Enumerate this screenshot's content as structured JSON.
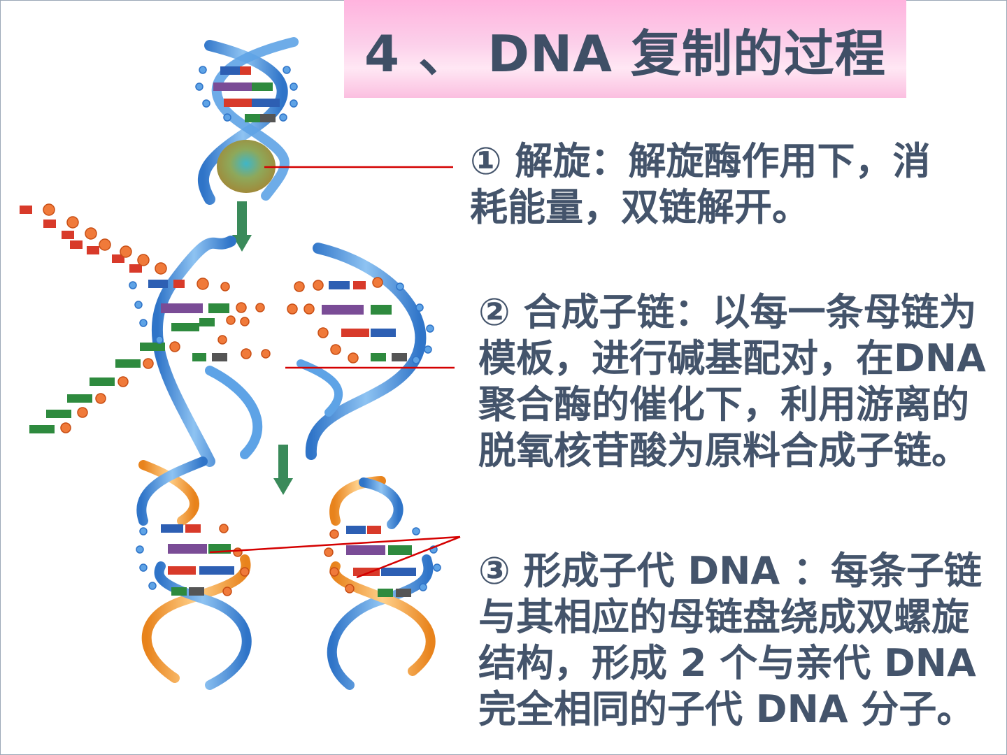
{
  "slide": {
    "title": "4 、 DNA 复制的过程"
  },
  "steps": [
    {
      "marker": "①",
      "text": " 解旋：解旋酶作用下，消耗能量，双链解开。"
    },
    {
      "marker": "②",
      "text": " 合成子链：以每一条母链为模板，进行碱基配对，在DNA 聚合酶的催化下，利用游离的脱氧核苷酸为原料合成子链。"
    },
    {
      "marker": "③",
      "text": " 形成子代 DNA ：每条子链与其相应的母链盘绕成双螺旋结构，形成 2 个与亲代 DNA 完全相同的子代 DNA 分子。"
    }
  ],
  "colors": {
    "title_text": "#3f4f66",
    "body_text": "#44546b",
    "parent_strand": "#4a90d9",
    "daughter_strand": "#f0a030",
    "arrow": "#3a8a5a",
    "pointer_line": "#d40000",
    "enzyme": "#8a9a4a"
  }
}
